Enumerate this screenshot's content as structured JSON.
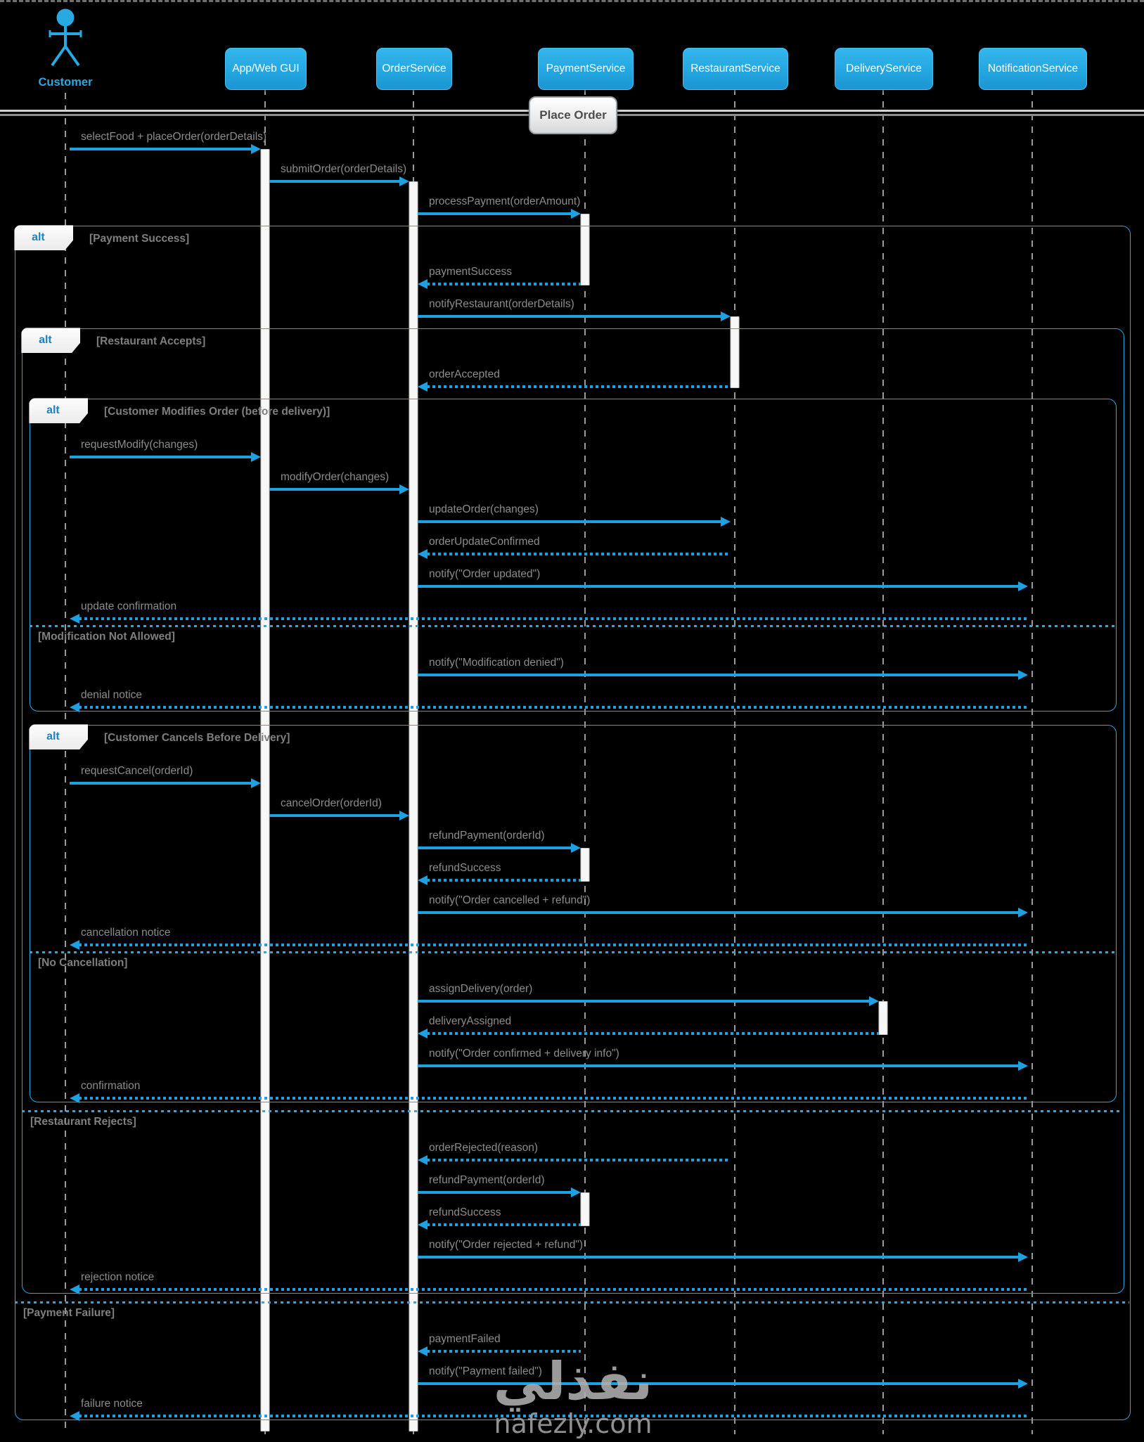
{
  "diagram": {
    "title": "Place Order",
    "fragment_operator": "alt",
    "actor": {
      "name": "Customer"
    },
    "participants": [
      {
        "id": "gui",
        "label": "App/Web GUI"
      },
      {
        "id": "order",
        "label": "OrderService"
      },
      {
        "id": "payment",
        "label": "PaymentService"
      },
      {
        "id": "restaurant",
        "label": "RestaurantService"
      },
      {
        "id": "delivery",
        "label": "DeliveryService"
      },
      {
        "id": "notification",
        "label": "NotificationService"
      }
    ],
    "colors": {
      "background": "#000000",
      "arrow_accent": "#1da1e0",
      "participant_fill": "#29abe2",
      "message_text": "#8c8c8c",
      "condition_text": "#7f7f7f",
      "alt_label_text": "#1883c7",
      "activation_fill": "#f7f7f7",
      "lifeline": "#9a9a9a",
      "watermark": "#b0b0b0"
    },
    "events": [
      {
        "t": "m",
        "label": "selectFood + placeOrder(orderDetails)",
        "from": "customer",
        "to": "gui",
        "style": "s",
        "as": "gui"
      },
      {
        "t": "m",
        "label": "submitOrder(orderDetails)",
        "from": "gui",
        "to": "order",
        "style": "s",
        "as": "order"
      },
      {
        "t": "m",
        "label": "processPayment(orderAmount)",
        "from": "order",
        "to": "payment",
        "style": "s",
        "as": "payment"
      },
      {
        "t": "fs",
        "cond": "[Payment Success]"
      },
      {
        "t": "m",
        "label": "paymentSuccess",
        "from": "payment",
        "to": "order",
        "style": "r",
        "ae": "payment"
      },
      {
        "t": "m",
        "label": "notifyRestaurant(orderDetails)",
        "from": "order",
        "to": "restaurant",
        "style": "s",
        "as": "restaurant"
      },
      {
        "t": "fs",
        "cond": "[Restaurant Accepts]"
      },
      {
        "t": "m",
        "label": "orderAccepted",
        "from": "restaurant",
        "to": "order",
        "style": "r",
        "ae": "restaurant"
      },
      {
        "t": "fs",
        "cond": "[Customer Modifies Order (before delivery)]"
      },
      {
        "t": "m",
        "label": "requestModify(changes)",
        "from": "customer",
        "to": "gui",
        "style": "s"
      },
      {
        "t": "m",
        "label": "modifyOrder(changes)",
        "from": "gui",
        "to": "order",
        "style": "s"
      },
      {
        "t": "m",
        "label": "updateOrder(changes)",
        "from": "order",
        "to": "restaurant",
        "style": "s"
      },
      {
        "t": "m",
        "label": "orderUpdateConfirmed",
        "from": "restaurant",
        "to": "order",
        "style": "r"
      },
      {
        "t": "m",
        "label": "notify(\"Order updated\")",
        "from": "order",
        "to": "notification",
        "style": "s"
      },
      {
        "t": "m",
        "label": "update confirmation",
        "from": "notification",
        "to": "customer",
        "style": "r"
      },
      {
        "t": "d",
        "cond": "[Modification Not Allowed]"
      },
      {
        "t": "m",
        "label": "notify(\"Modification denied\")",
        "from": "order",
        "to": "notification",
        "style": "s"
      },
      {
        "t": "m",
        "label": "denial notice",
        "from": "notification",
        "to": "customer",
        "style": "r"
      },
      {
        "t": "fe"
      },
      {
        "t": "fs",
        "cond": "[Customer Cancels Before Delivery]"
      },
      {
        "t": "m",
        "label": "requestCancel(orderId)",
        "from": "customer",
        "to": "gui",
        "style": "s"
      },
      {
        "t": "m",
        "label": "cancelOrder(orderId)",
        "from": "gui",
        "to": "order",
        "style": "s"
      },
      {
        "t": "m",
        "label": "refundPayment(orderId)",
        "from": "order",
        "to": "payment",
        "style": "s",
        "as": "payment"
      },
      {
        "t": "m",
        "label": "refundSuccess",
        "from": "payment",
        "to": "order",
        "style": "r",
        "ae": "payment"
      },
      {
        "t": "m",
        "label": "notify(\"Order cancelled + refund\")",
        "from": "order",
        "to": "notification",
        "style": "s"
      },
      {
        "t": "m",
        "label": "cancellation notice",
        "from": "notification",
        "to": "customer",
        "style": "r"
      },
      {
        "t": "d",
        "cond": "[No Cancellation]"
      },
      {
        "t": "m",
        "label": "assignDelivery(order)",
        "from": "order",
        "to": "delivery",
        "style": "s",
        "as": "delivery"
      },
      {
        "t": "m",
        "label": "deliveryAssigned",
        "from": "delivery",
        "to": "order",
        "style": "r",
        "ae": "delivery"
      },
      {
        "t": "m",
        "label": "notify(\"Order confirmed + delivery info\")",
        "from": "order",
        "to": "notification",
        "style": "s"
      },
      {
        "t": "m",
        "label": "confirmation",
        "from": "notification",
        "to": "customer",
        "style": "r"
      },
      {
        "t": "fe"
      },
      {
        "t": "d",
        "cond": "[Restaurant Rejects]"
      },
      {
        "t": "m",
        "label": "orderRejected(reason)",
        "from": "restaurant",
        "to": "order",
        "style": "r"
      },
      {
        "t": "m",
        "label": "refundPayment(orderId)",
        "from": "order",
        "to": "payment",
        "style": "s",
        "as": "payment"
      },
      {
        "t": "m",
        "label": "refundSuccess",
        "from": "payment",
        "to": "order",
        "style": "r",
        "ae": "payment"
      },
      {
        "t": "m",
        "label": "notify(\"Order rejected + refund\")",
        "from": "order",
        "to": "notification",
        "style": "s"
      },
      {
        "t": "m",
        "label": "rejection notice",
        "from": "notification",
        "to": "customer",
        "style": "r"
      },
      {
        "t": "fe"
      },
      {
        "t": "d",
        "cond": "[Payment Failure]"
      },
      {
        "t": "m",
        "label": "paymentFailed",
        "from": "payment",
        "to": "order",
        "style": "r"
      },
      {
        "t": "m",
        "label": "notify(\"Payment failed\")",
        "from": "order",
        "to": "notification",
        "style": "s"
      },
      {
        "t": "m",
        "label": "failure notice",
        "from": "notification",
        "to": "customer",
        "style": "r"
      },
      {
        "t": "fe"
      }
    ],
    "watermark": {
      "arabic": "نفذلي",
      "latin": "nafezly.com"
    }
  }
}
